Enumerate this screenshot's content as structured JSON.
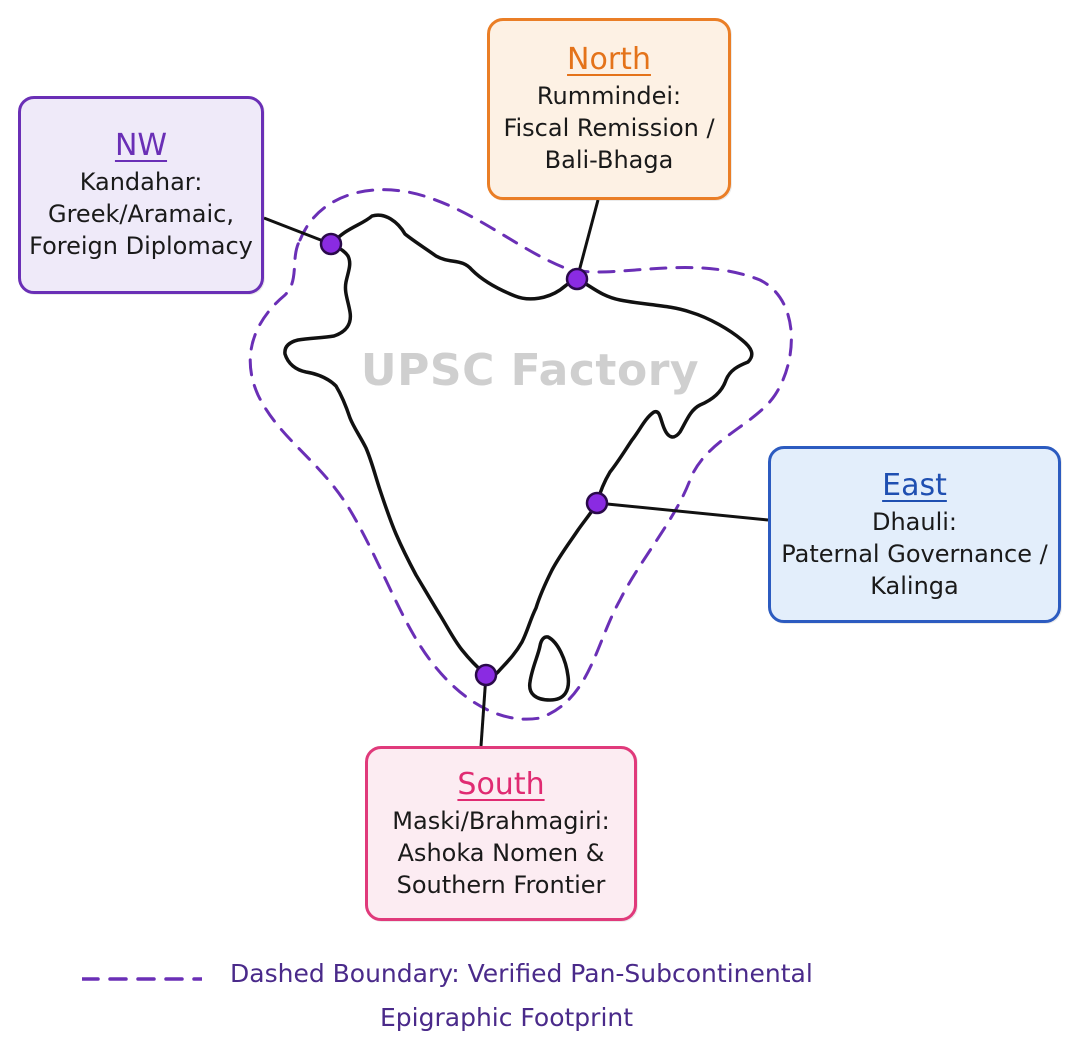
{
  "watermark": "UPSC Factory",
  "regions": {
    "nw": {
      "name": "NW",
      "lines": [
        "Kandahar:",
        "Greek/Aramaic,",
        "Foreign Diplomacy"
      ],
      "border_color": "#6a2fb6",
      "fill_color": "#efeaf9"
    },
    "north": {
      "name": "North",
      "lines": [
        "Rummindei:",
        "Fiscal Remission /",
        "Bali-Bhaga"
      ],
      "border_color": "#ea7e26",
      "fill_color": "#fdf1e4"
    },
    "east": {
      "name": "East",
      "lines": [
        "Dhauli:",
        "Paternal Governance /",
        "Kalinga"
      ],
      "border_color": "#2c5bc0",
      "fill_color": "#e3eefb"
    },
    "south": {
      "name": "South",
      "lines": [
        "Maski/Brahmagiri:",
        "Ashoka Nomen &",
        "Southern Frontier"
      ],
      "border_color": "#e03a7b",
      "fill_color": "#fcecf2"
    }
  },
  "legend": {
    "line1": "Dashed Boundary: Verified Pan-Subcontinental",
    "line2": "Epigraphic Footprint"
  },
  "colors": {
    "outline": "#111111",
    "boundary": "#6a2fb6",
    "marker": "#8a2be2"
  }
}
